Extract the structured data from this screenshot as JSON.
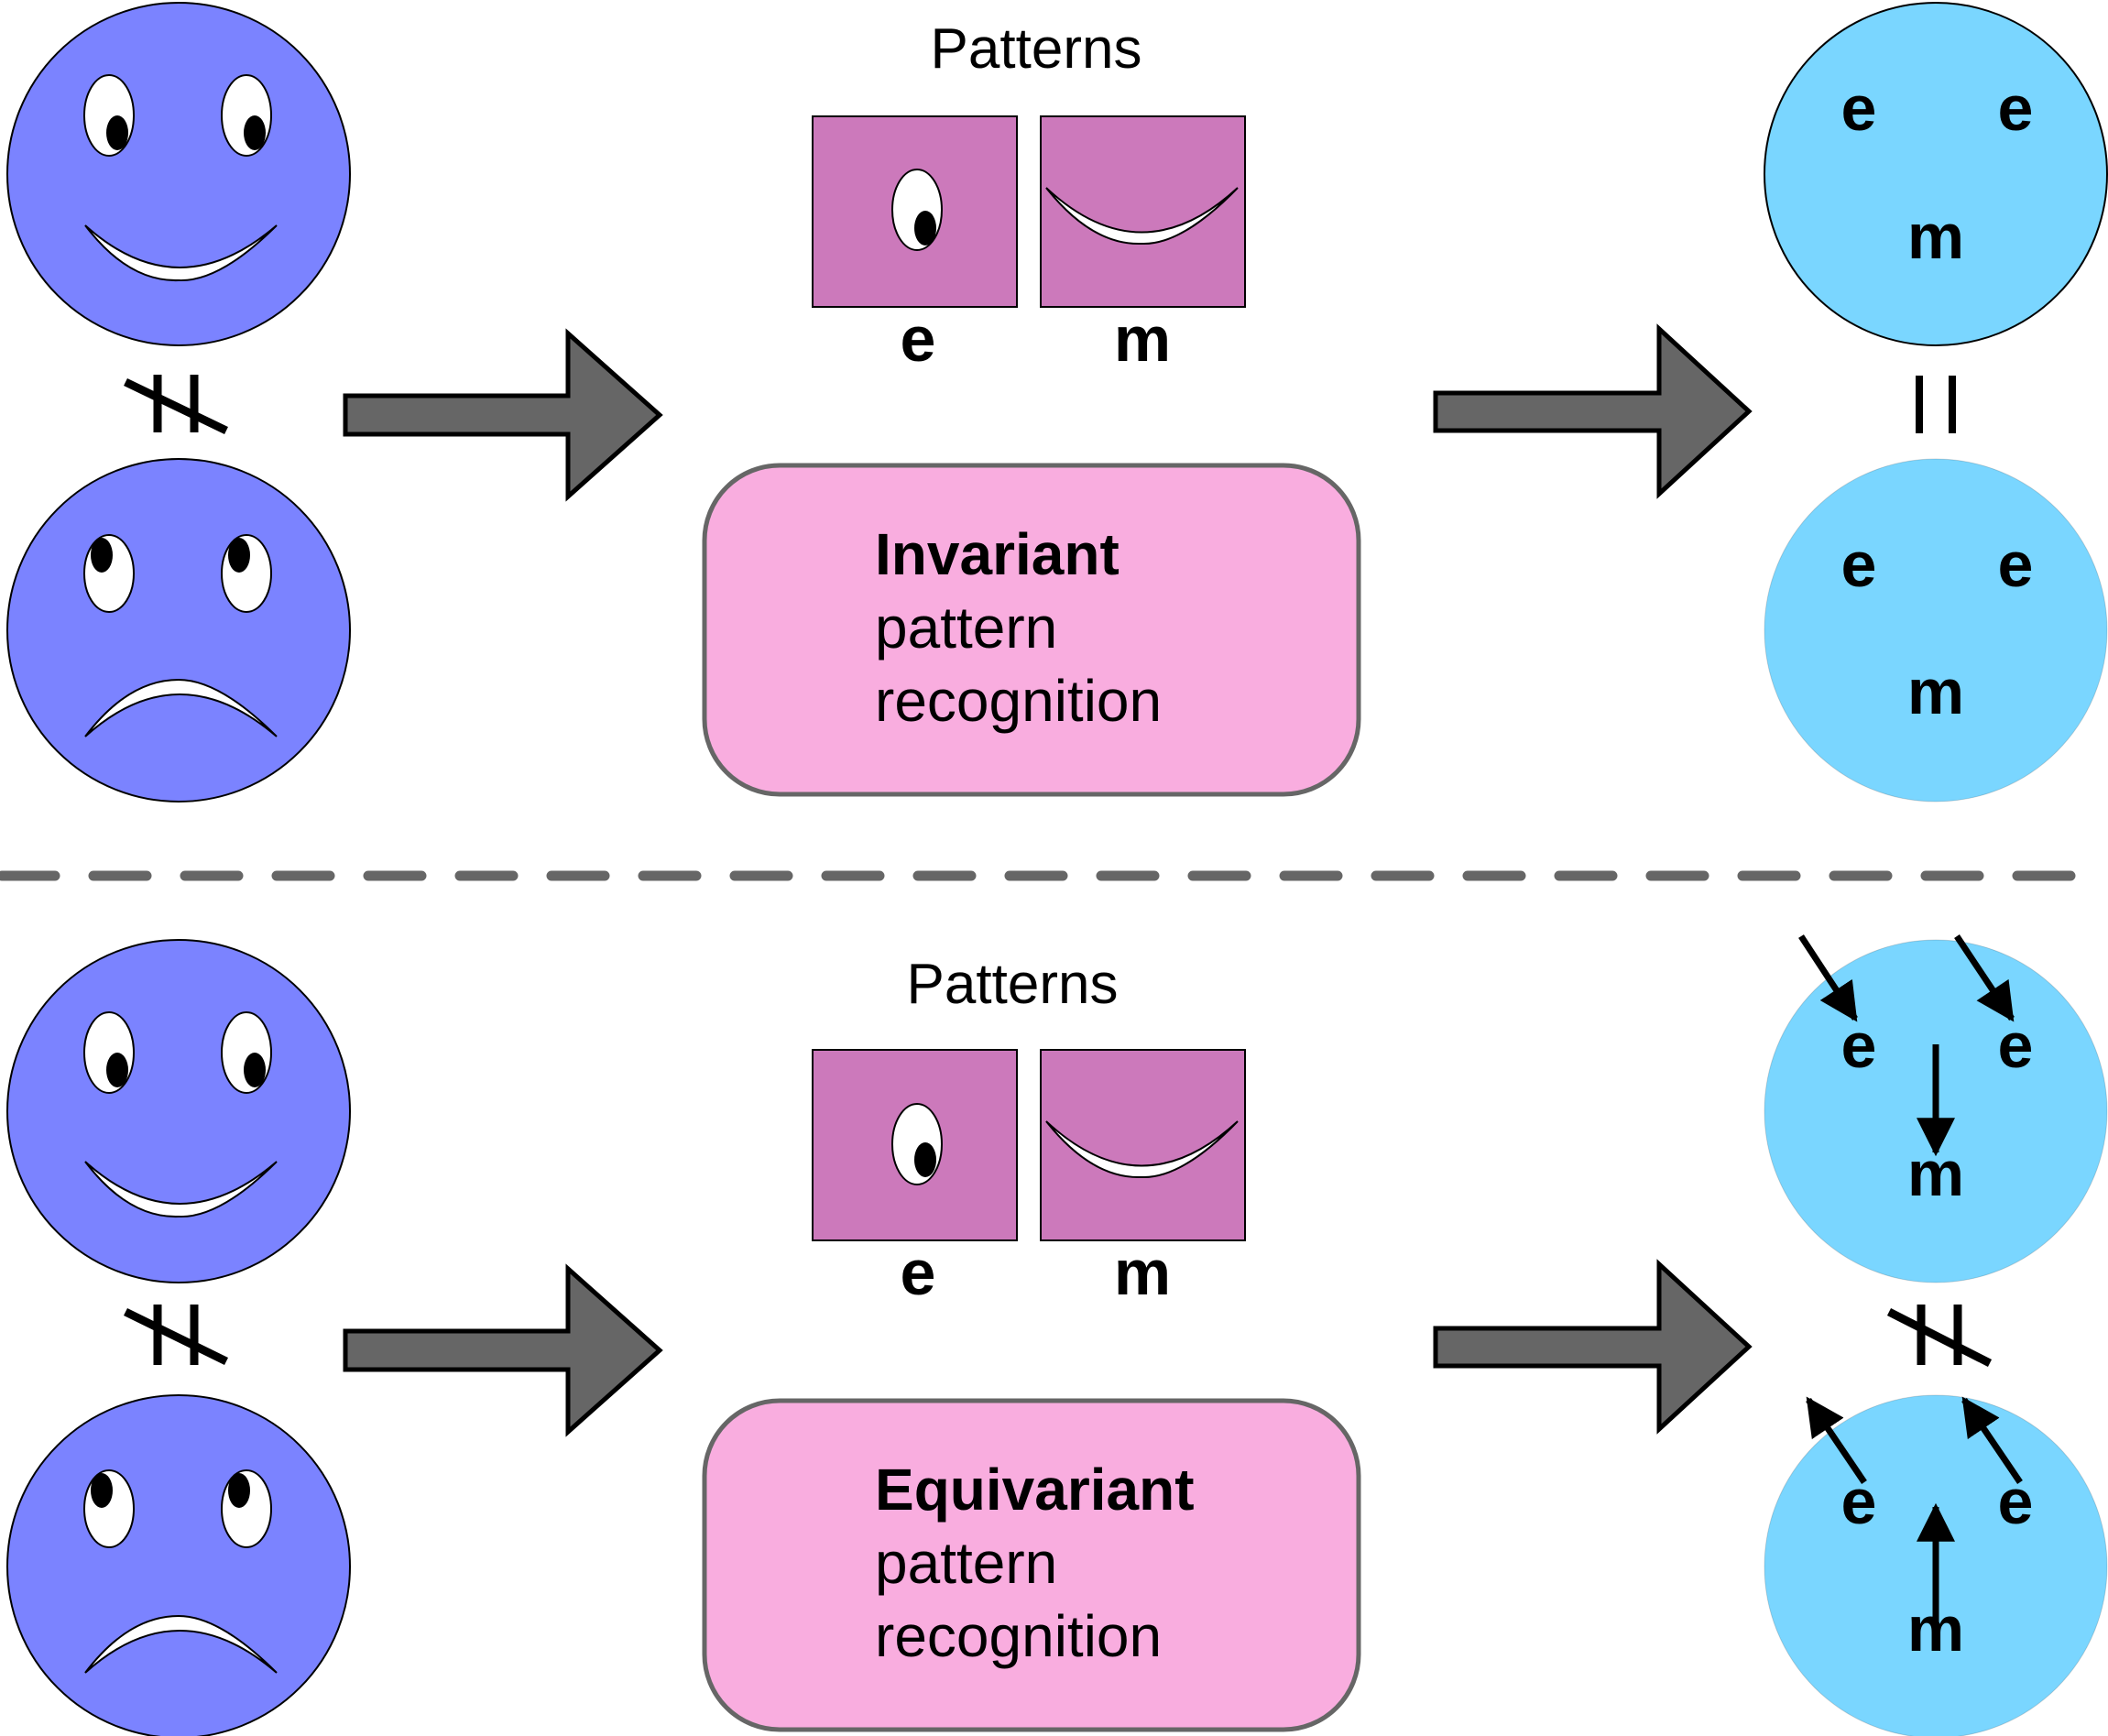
{
  "colors": {
    "face": "#7b83ff",
    "result_circle": "#7ad6ff",
    "pattern_tile": "#cc79bb",
    "label_box": "#f9addf",
    "arrow": "#666666",
    "divider": "#666666"
  },
  "top": {
    "patterns_title": "Patterns",
    "pattern_labels": [
      "e",
      "m"
    ],
    "box_title": "Invariant",
    "box_line2": "pattern",
    "box_line3": "recognition",
    "faces_relation": "not-equal",
    "results_relation": "equal",
    "result_letters": [
      "e",
      "e",
      "m"
    ]
  },
  "bottom": {
    "patterns_title": "Patterns",
    "pattern_labels": [
      "e",
      "m"
    ],
    "box_title": "Equivariant",
    "box_line2": "pattern",
    "box_line3": "recognition",
    "faces_relation": "not-equal",
    "results_relation": "not-equal",
    "result_letters": [
      "e",
      "e",
      "m"
    ]
  }
}
